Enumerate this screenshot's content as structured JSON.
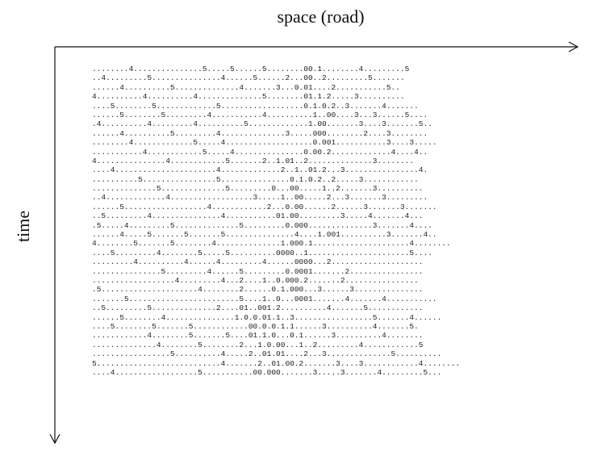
{
  "x_axis_label": "space (road)",
  "y_axis_label": "time",
  "rows": [
    "........4...............5.....5......5........00.1........4.........5",
    "..4.........5...............4......5......2...00..2.........5.......",
    "......4..........5..............4.......3...0.01....2...........5..",
    "4..........4..........4..............5........01.1.2.....3..........",
    "....5........5.............5..................0.1.0.2..3.......4.......",
    "......5........5.........4...........4..........1..00....3...3......5....",
    ".4..........4.........4..........5.............1.00.......3....3.......5..",
    "......4..........5.........4..............3.....000........2....3........",
    "........4.............5.....4...................0.001...........3....3.....",
    "...........4............5.....4...............0.00.2.............4....4..",
    "4...............4............5.......2..1.01..2..............3........",
    "....4......................4.............2..1..01.2...3................4.",
    "..........5................5...............0.1.0.2..2.....3............",
    "..............5..............5.........0...00.....1..2.......3..........",
    "..4.............4..................3.....1..00.....2...3.......3.........",
    "......5..................4............2...0.00......2......3.......3.......",
    "..5.........4...............4...........01.00.........3.....4.......4...",
    ".5.....4.........5..............5.........0.000..............3.......4....",
    "......4.....5.......5.......5...............4....1.001..........3.......4..",
    "4........5.......5........4..............1.000.1.....................4........",
    "....5.........4........5.....5..........0000..1......................5....",
    ".........4..........4......4.........4......0000...2....................",
    "...............5.........4......5.........0.0001.......2................",
    "..................4.........4...2....1..0.000.2.......2................",
    ".5.....................4........2......0.1.000...3......3...............",
    ".......5........................5....1..0...0001.......4.......4...........",
    "..5.........5..............2....01..001.2..........4.......5............",
    "......5........4...............1.0.0.01.1..3.................5.......4......",
    "....5........5.......5............00.0.0.1.1......3..........4.......5.",
    "............4........5.......5....01.1.0...0.1......3..........4........",
    "..............4........5........2...1.0.00...1..2.........4............5",
    ".................5..........4.....2..01.01....2...3..............5..........",
    "5...........................4.......2..01.00.2.......3....3............4........",
    "....4..................5...........00.000.......3.....3.......4.........5..."
  ]
}
